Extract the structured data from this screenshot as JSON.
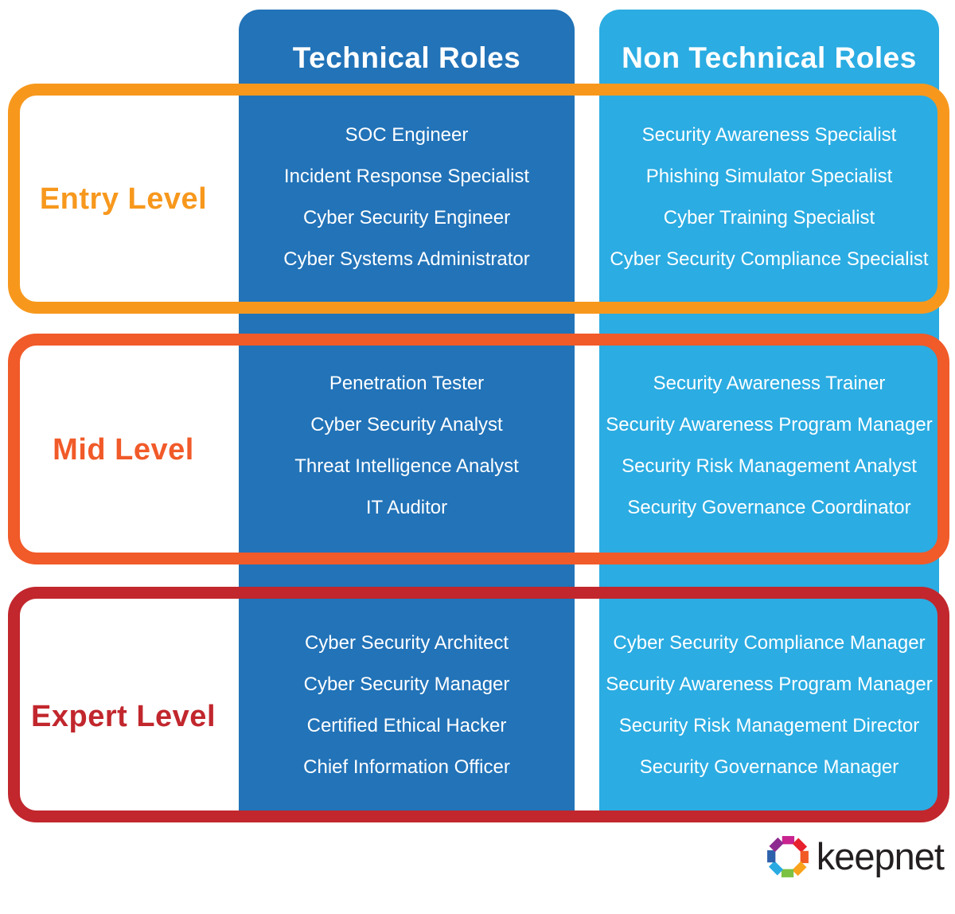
{
  "header": {
    "technical_label": "Technical Roles",
    "non_technical_label": "Non Technical Roles"
  },
  "levels": [
    {
      "label": "Entry Level",
      "accent_color": "#F7981D",
      "technical_roles": [
        "SOC Engineer",
        "Incident Response Specialist",
        "Cyber Security Engineer",
        "Cyber Systems Administrator"
      ],
      "non_technical_roles": [
        "Security Awareness Specialist",
        "Phishing Simulator Specialist",
        "Cyber Training Specialist",
        "Cyber Security Compliance Specialist"
      ]
    },
    {
      "label": "Mid Level",
      "accent_color": "#F15A29",
      "technical_roles": [
        "Penetration Tester",
        "Cyber Security Analyst",
        "Threat Intelligence Analyst",
        "IT Auditor"
      ],
      "non_technical_roles": [
        "Security Awareness Trainer",
        "Security Awareness Program Manager",
        "Security Risk Management Analyst",
        "Security Governance Coordinator"
      ]
    },
    {
      "label": "Expert Level",
      "accent_color": "#C1272D",
      "technical_roles": [
        "Cyber Security Architect",
        "Cyber Security Manager",
        "Certified Ethical Hacker",
        "Chief Information Officer"
      ],
      "non_technical_roles": [
        "Cyber Security Compliance Manager",
        "Security Awareness Program Manager",
        "Security Risk Management Director",
        "Security Governance Manager"
      ]
    }
  ],
  "colors": {
    "technical_column": "#2273B8",
    "non_technical_column": "#2BACE2",
    "entry_border": "#F7981D",
    "mid_border": "#F15A29",
    "expert_border": "#C1272D",
    "role_text": "#FFFFFF",
    "logo_text": "#231F20"
  },
  "logo": {
    "text": "keepnet",
    "ring_colors": [
      "#C9238F",
      "#E8212E",
      "#F15A24",
      "#F9A21B",
      "#7CC242",
      "#29ABE2",
      "#2E61AB",
      "#8E2B90"
    ]
  }
}
